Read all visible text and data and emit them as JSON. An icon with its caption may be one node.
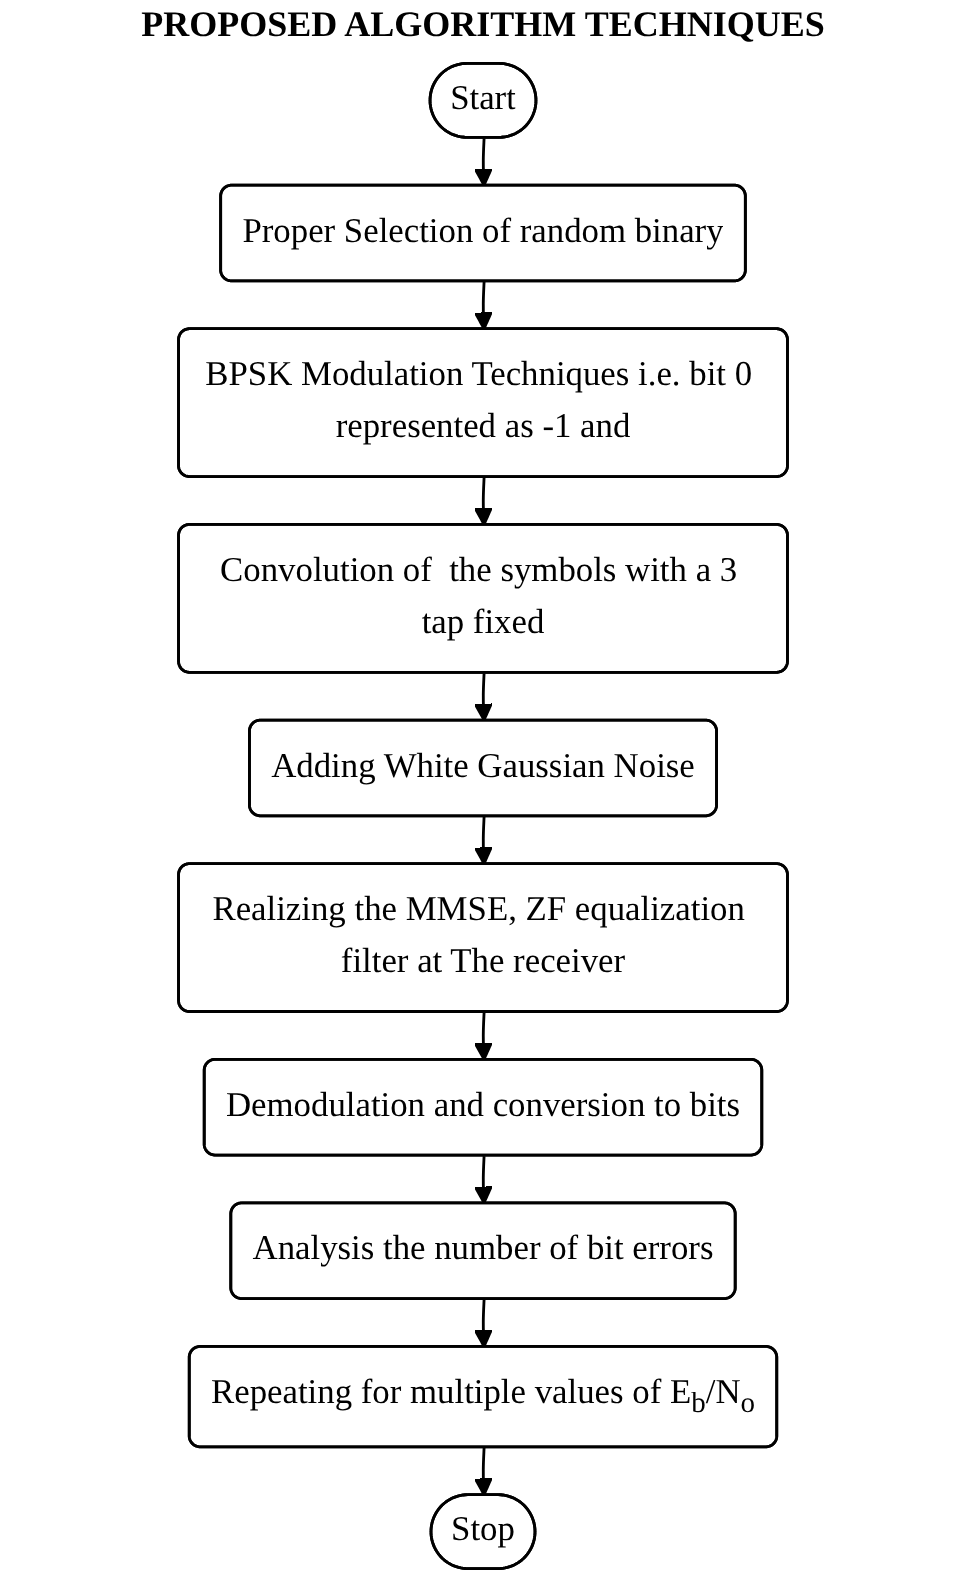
{
  "diagram": {
    "title": "PROPOSED ALGORITHM TECHNIQUES",
    "nodes": [
      {
        "text": [
          "Start"
        ]
      },
      {
        "text": [
          "Proper Selection of random binary"
        ]
      },
      {
        "text": [
          "BPSK Modulation Techniques i.e. bit 0 represented as -1 and"
        ]
      },
      {
        "text": [
          "Convolution of  the symbols with a 3 tap fixed"
        ]
      },
      {
        "text": [
          "Adding White Gaussian Noise"
        ]
      },
      {
        "text": [
          "Realizing the MMSE, ZF equalization filter at The receiver"
        ]
      },
      {
        "text": [
          "Demodulation and conversion to bits"
        ]
      },
      {
        "text": [
          "Analysis the number of bit errors"
        ]
      },
      {
        "text": [
          "Repeating for multiple values of E$_{b}$/N$_{o}$"
        ]
      },
      {
        "text": [
          "Stop"
        ]
      }
    ],
    "edges": [
      {
        "from": 0,
        "to": 1,
        "arrow": "to"
      },
      {
        "from": 1,
        "to": 2,
        "arrow": "to"
      },
      {
        "from": 2,
        "to": 3,
        "arrow": "to"
      },
      {
        "from": 3,
        "to": 4,
        "arrow": "to"
      },
      {
        "from": 4,
        "to": 5,
        "arrow": "to"
      },
      {
        "from": 5,
        "to": 6,
        "arrow": "to"
      },
      {
        "from": 6,
        "to": 7,
        "arrow": "to"
      },
      {
        "from": 7,
        "to": 8,
        "arrow": "to"
      },
      {
        "from": 8,
        "to": 9,
        "arrow": "to"
      }
    ]
  }
}
